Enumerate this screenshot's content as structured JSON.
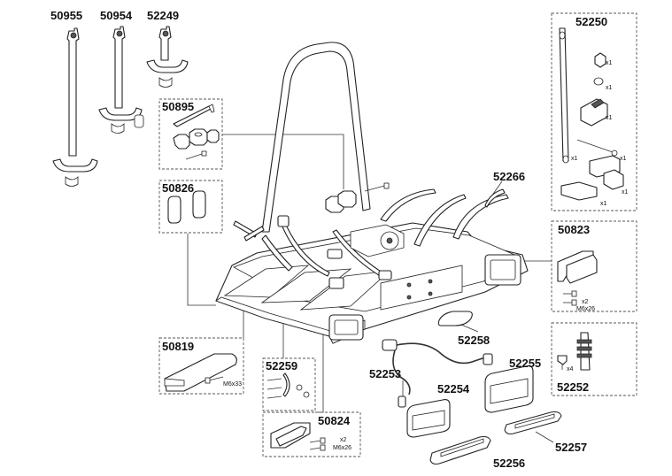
{
  "parts": {
    "p50955": "50955",
    "p50954": "50954",
    "p52249": "52249",
    "p50895": "50895",
    "p50826": "50826",
    "p50819": "50819",
    "p52259": "52259",
    "p50824": "50824",
    "p52266": "52266",
    "p52250": "52250",
    "p50823": "50823",
    "p52258": "52258",
    "p52253": "52253",
    "p52254": "52254",
    "p52255": "52255",
    "p52252": "52252",
    "p52257": "52257",
    "p52256": "52256"
  },
  "annotations": {
    "x1": "x1",
    "x2": "x2",
    "x4": "x4",
    "m6x33": "M6x33",
    "m6x26": "M6x26"
  }
}
